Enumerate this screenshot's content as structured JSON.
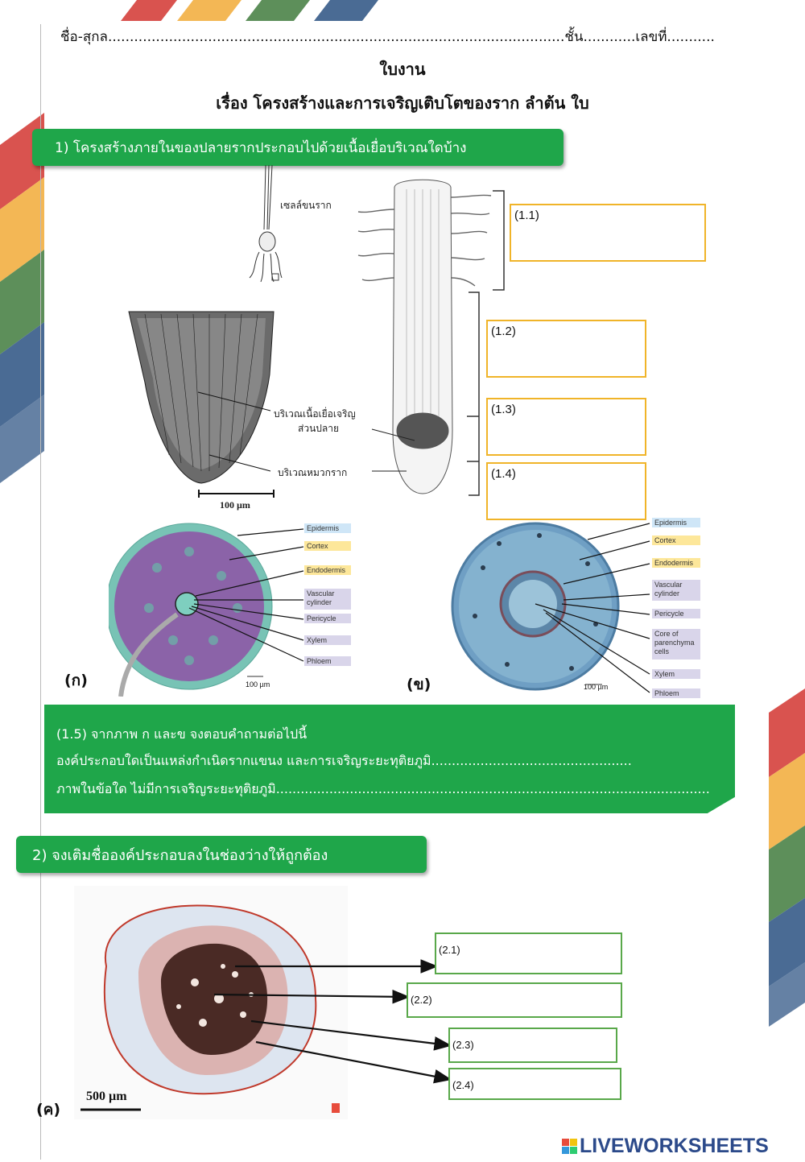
{
  "header": {
    "name_line": "ชื่อ-สุกล.........................................................................................................ชั้น............เลขที่...........",
    "title": "ใบงาน",
    "subtitle": "เรื่อง โครงสร้างและการเจริญเติบโตของราก ลำต้น ใบ"
  },
  "q1": {
    "heading": "1) โครงสร้างภายในของปลายรากประกอบไปด้วยเนื้อเยื่อบริเวณใดบ้าง",
    "fig_labels": {
      "root_hair": "เซลล์ขนราก",
      "meristem_l1": "บริเวณเนื้อเยื่อเจริญ",
      "meristem_l2": "ส่วนปลาย",
      "root_cap": "บริเวณหมวกราก",
      "scale": "100 µm"
    },
    "boxes": [
      "(1.1)",
      "(1.2)",
      "(1.3)",
      "(1.4)"
    ],
    "cross_a": {
      "label": "(ก)",
      "tags": [
        "Epidermis",
        "Cortex",
        "Endodermis",
        "Vascular cylinder",
        "Pericycle",
        "Xylem",
        "Phloem"
      ],
      "scale": "100 µm"
    },
    "cross_b": {
      "label": "(ข)",
      "tags": [
        "Epidermis",
        "Cortex",
        "Endodermis",
        "Vascular cylinder",
        "Pericycle",
        "Core of parenchyma cells",
        "Xylem",
        "Phloem"
      ],
      "scale": "100 µm"
    }
  },
  "q15": {
    "line1": "(1.5) จากภาพ ก และข จงตอบคำถามต่อไปนี้",
    "line2": "องค์ประกอบใดเป็นแหล่งกำเนิดรากแขนง และการเจริญระยะทุติยภูมิ.................................................",
    "line3": "ภาพในข้อใด ไม่มีการเจริญระยะทุติยภูมิ.........................................................................................................."
  },
  "q2": {
    "heading": "2) จงเติมชื่อองค์ประกอบลงในช่องว่างให้ถูกต้อง",
    "label": "(ค)",
    "scale": "500 µm",
    "boxes": [
      "(2.1)",
      "(2.2)",
      "(2.3)",
      "(2.4)"
    ]
  },
  "footer": {
    "brand": "LIVEWORKSHEETS"
  }
}
